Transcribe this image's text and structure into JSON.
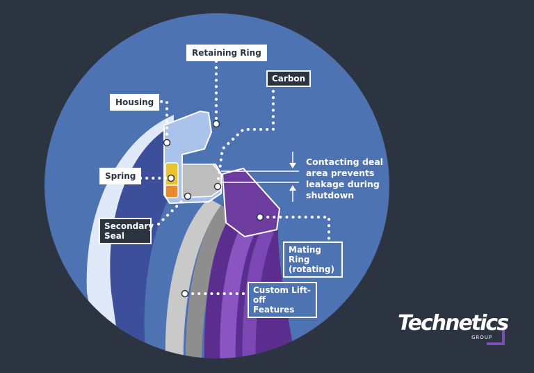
{
  "colors": {
    "background": "#2b3440",
    "circle": "#4e73b2",
    "housing": "#a9c3ea",
    "carbon": "#b7b7b7",
    "mating_ring": "#6e3b9e",
    "spring": "#e8c230",
    "secondary_seal": "#e88b2c",
    "leader": "#ffffff"
  },
  "labels": {
    "retaining_ring": "Retaining Ring",
    "carbon": "Carbon",
    "housing": "Housing",
    "spring": "Spring",
    "secondary_seal": "Secondary\nSeal",
    "mating_ring": "Mating Ring\n(rotating)",
    "lift_off": "Custom Lift-off\nFeatures"
  },
  "note": {
    "text": "Contacting deal\narea prevents\nleakage during\nshutdown"
  },
  "brand": {
    "name": "Technetics",
    "sub": "GROUP"
  }
}
